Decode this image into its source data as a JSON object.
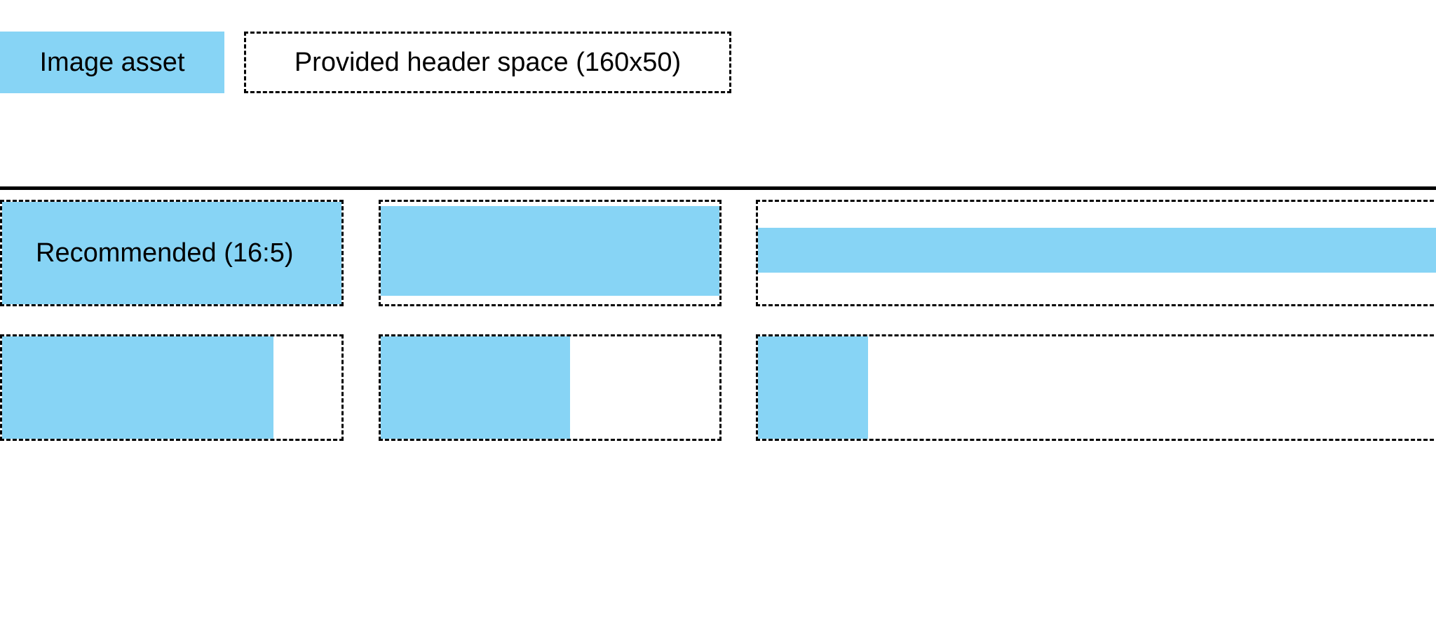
{
  "legend": {
    "swatch_label": "Image asset",
    "swatch_color": "#87d4f5",
    "box_label": "Provided header space (160x50)",
    "box_border_color": "#000000"
  },
  "divider": {
    "color": "#000000"
  },
  "examples": {
    "recommended_label": "Recommended (16:5)",
    "fill_color": "#87d4f5",
    "box_border_color": "#000000",
    "rows": [
      {
        "row_name": "taller-than-container-row",
        "cells": [
          {
            "cell_name": "recommended-cell",
            "label": "Recommended (16:5)",
            "fill_left_pct": 0,
            "fill_top_pct": 0,
            "fill_width_pct": 100,
            "fill_height_pct": 100
          },
          {
            "cell_name": "slightly-shorter-cell",
            "label": "",
            "fill_left_pct": 0,
            "fill_top_pct": 4,
            "fill_width_pct": 100,
            "fill_height_pct": 88
          },
          {
            "cell_name": "much-shorter-cell",
            "label": "",
            "fill_left_pct": 0,
            "fill_top_pct": 25,
            "fill_width_pct": 100,
            "fill_height_pct": 44
          }
        ]
      },
      {
        "row_name": "narrower-than-container-row",
        "cells": [
          {
            "cell_name": "slightly-narrower-cell",
            "label": "",
            "fill_left_pct": 0,
            "fill_top_pct": 0,
            "fill_width_pct": 80,
            "fill_height_pct": 100
          },
          {
            "cell_name": "narrower-cell",
            "label": "",
            "fill_left_pct": 0,
            "fill_top_pct": 0,
            "fill_width_pct": 56,
            "fill_height_pct": 100
          },
          {
            "cell_name": "narrowest-cell",
            "label": "",
            "fill_left_pct": 0,
            "fill_top_pct": 0,
            "fill_width_pct": 16,
            "fill_height_pct": 100
          }
        ]
      }
    ]
  }
}
